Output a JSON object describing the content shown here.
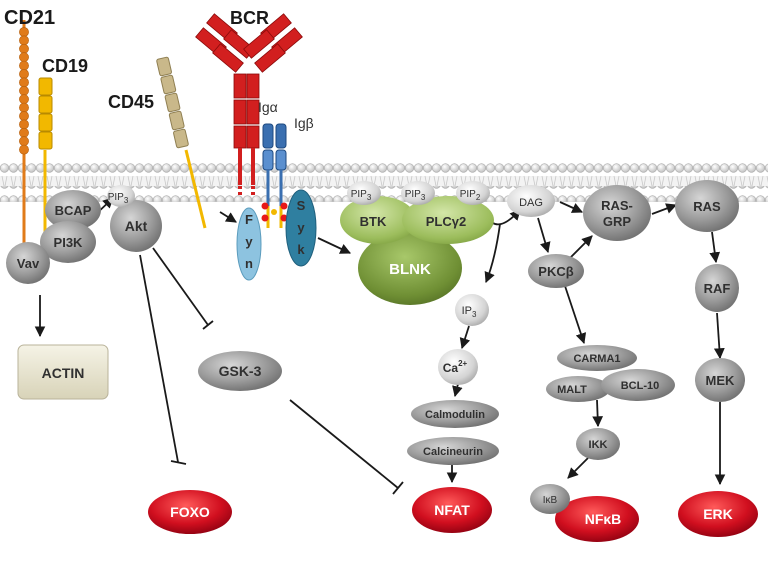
{
  "receptors": {
    "cd21": "CD21",
    "cd19": "CD19",
    "cd45": "CD45",
    "bcr": "BCR",
    "ig_alpha": "Igα",
    "ig_beta": "Igβ"
  },
  "nodes": {
    "bcap": "BCAP",
    "pi3k": "PI3K",
    "vav": "Vav",
    "akt": "Akt",
    "pip3_akt": "PIP",
    "pip3_akt_sub": "3",
    "fyn": [
      "F",
      "y",
      "n"
    ],
    "syk": [
      "S",
      "y",
      "k"
    ],
    "pip3_btk": "PIP",
    "pip3_btk_sub": "3",
    "pip3_plc": "PIP",
    "pip3_plc_sub": "3",
    "pip2": "PIP",
    "pip2_sub": "2",
    "btk": "BTK",
    "plcg2": "PLCγ2",
    "blnk": "BLNK",
    "dag": "DAG",
    "rasgrp_1": "RAS-",
    "rasgrp_2": "GRP",
    "ras": "RAS",
    "pkcb": "PKCβ",
    "raf": "RAF",
    "mek": "MEK",
    "ip3": "IP",
    "ip3_sub": "3",
    "ca": "Ca",
    "ca_sup": "2+",
    "calmodulin": "Calmodulin",
    "calcineurin": "Calcineurin",
    "carma1": "CARMA1",
    "malt": "MALT",
    "bcl10": "BCL-10",
    "ikk": "IKK",
    "ikb": "IκB",
    "gsk3": "GSK-3",
    "actin": "ACTIN"
  },
  "outputs": {
    "foxo": "FOXO",
    "nfat": "NFAT",
    "nfkb": "NFκB",
    "erk": "ERK"
  },
  "colors": {
    "membrane_head": "#d9d9d9",
    "grey_node": "#8a8a8a",
    "red_output": "#c8102e",
    "green_node": "#8fb04a",
    "blnk": "#6f8f34",
    "fyn": "#8dc3e0",
    "syk": "#2f7fa0",
    "bcr_red": "#d21f1f",
    "cd21_orange": "#e07b1a",
    "cd19_yellow": "#f2b800",
    "cd45_tan": "#c9b88a",
    "ig_blue": "#3a6fb0",
    "actin_box": "#e9e6d2"
  }
}
